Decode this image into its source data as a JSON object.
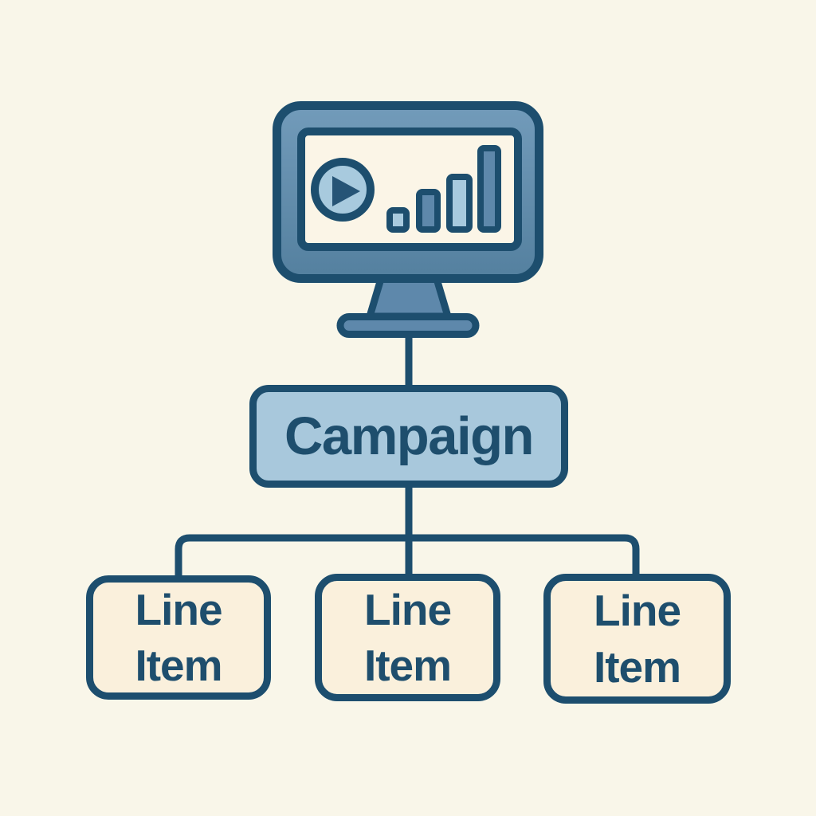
{
  "diagram": {
    "type": "hierarchy",
    "root": {
      "label": "Campaign"
    },
    "children": [
      {
        "label": "Line\nItem"
      },
      {
        "label": "Line\nItem"
      },
      {
        "label": "Line\nItem"
      }
    ],
    "icon": {
      "name": "video-analytics-monitor-icon",
      "parts": [
        "play-button-icon",
        "bar-chart-icon",
        "monitor-stand"
      ]
    }
  },
  "palette": {
    "bg": "#f9f6e9",
    "outline": "#1d4e6e",
    "text": "#1e4e6d",
    "campaign_fill": "#a8c8dc",
    "item_fill": "#faf0dc",
    "screen_fill": "#fbf5e7",
    "monitor_fill_top": "#729bba",
    "monitor_fill_bottom": "#54809f",
    "mid_blue": "#5e88ab",
    "light_blue": "#a8cade",
    "play_triangle": "#265476"
  }
}
